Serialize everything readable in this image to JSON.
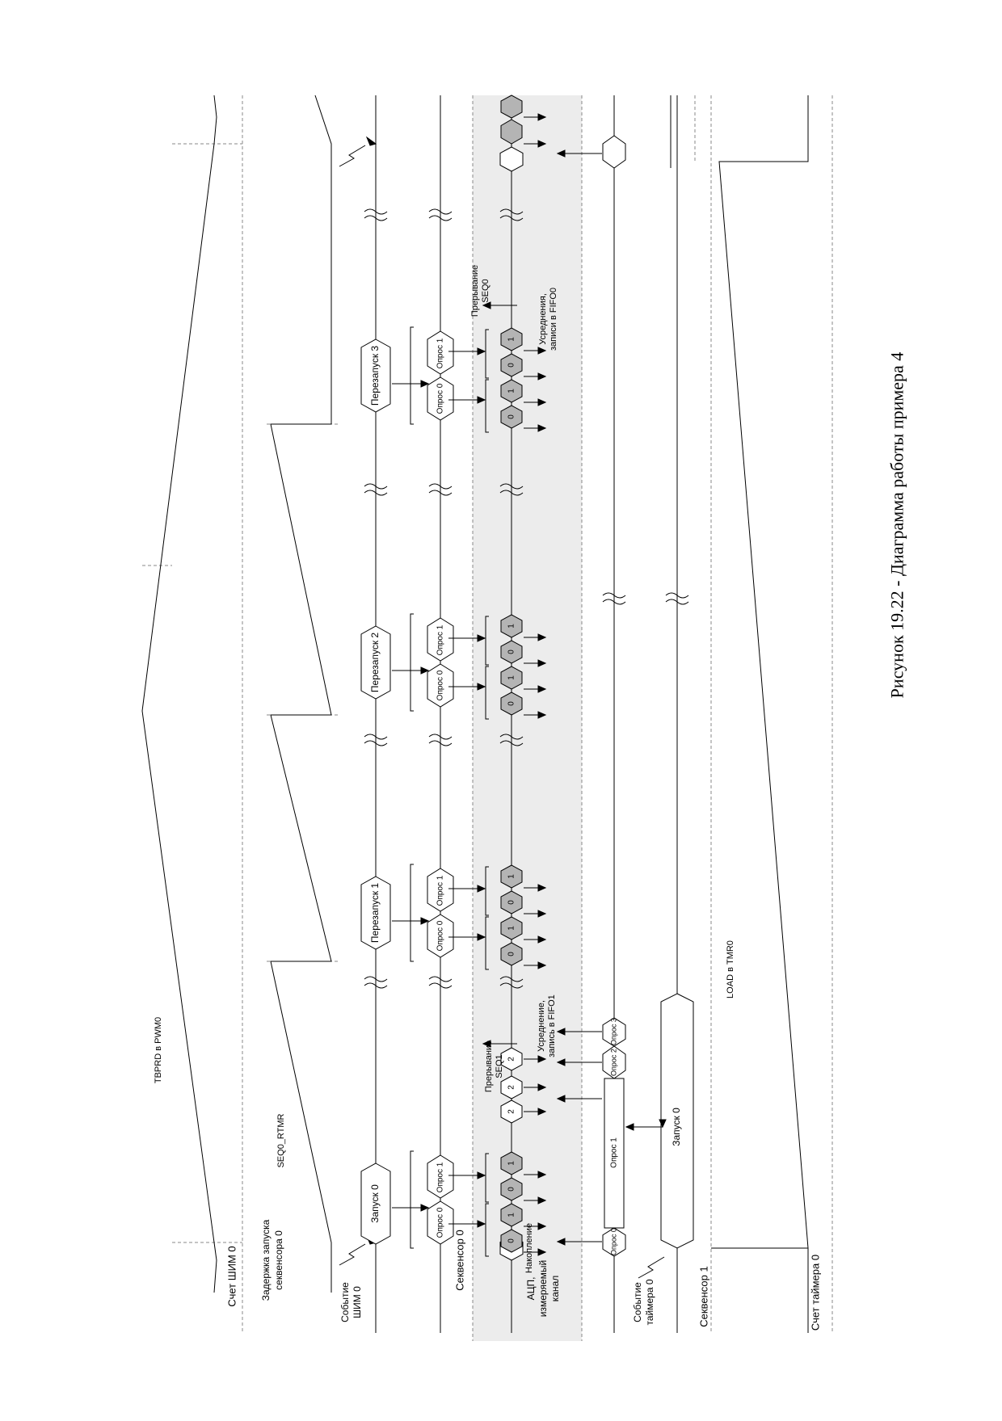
{
  "caption": "Рисунок 19.22 - Диаграмма работы примера 4",
  "labels": {
    "pwm_count": "Счет ШИМ 0",
    "tbprd": "TBPRD в PWM0",
    "seq0_delay_1": "Задержка запуска",
    "seq0_delay_2": "секвенсора 0",
    "seq0_rtmr": "SEQ0_RTMR",
    "pwm_event_1": "Событие",
    "pwm_event_2": "ШИМ 0",
    "seq0": "Секвенсор 0",
    "adc_1": "АЦП,",
    "adc_2": "измеряемый",
    "adc_3": "канал",
    "accum": "Накопление",
    "timer_event_1": "Событие",
    "timer_event_2": "таймера 0",
    "seq1": "Секвенсор 1",
    "load_tmr0": "LOAD в TMR0",
    "timer_count": "Счет таймера 0",
    "irq_seq1_1": "Прерывание",
    "irq_seq1_2": "SEQ1",
    "avg_fifo1_1": "Усреднение,",
    "avg_fifo1_2": "запись в FIFO1",
    "irq_seq0_1": "Прерывание",
    "irq_seq0_2": "SEQ0",
    "avg_fifo0_1": "Усреднения,",
    "avg_fifo0_2": "записи в FIFO0"
  },
  "seq0_starts": [
    "Запуск 0",
    "Перезапуск 1",
    "Перезапуск 2",
    "Перезапуск 3"
  ],
  "poll": {
    "p0": "Опрос 0",
    "p1": "Опрос 1"
  },
  "seq1": {
    "start": "Запуск 0",
    "polls": [
      "Опрос 0",
      "Опрос 1",
      "Опрос 2",
      "Опрос 3"
    ]
  },
  "channels": [
    "0",
    "1",
    "0",
    "1"
  ],
  "seq1_channel": "2",
  "colors": {
    "shade": "#ececec",
    "hex_fill": "#b4b4b4",
    "line": "#000000",
    "dash": "#888888"
  }
}
